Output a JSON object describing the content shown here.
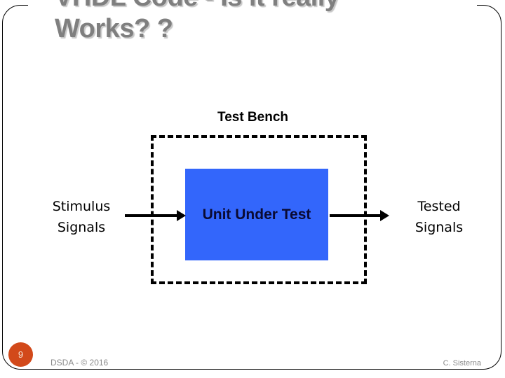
{
  "slide": {
    "title_lines": [
      "VHDL Code - Is it really",
      "Works? ?"
    ],
    "title_color": "#7f7f7f"
  },
  "diagram": {
    "testbench_caption": "Test Bench",
    "uut_label": "Unit Under Test",
    "uut_fill_color": "#3366fb",
    "uut_text_color": "#0a0a32",
    "boundary_style": "dashed",
    "boundary_color": "#000000",
    "input_signal_label": "Stimulus\nSignals",
    "output_signal_label": "Tested\nSignals",
    "arrow_in_name": "stimulus-arrow",
    "arrow_out_name": "tested-arrow"
  },
  "footer": {
    "page_number": "9",
    "page_badge_color": "#d2491a",
    "left_text": "DSDA - © 2016",
    "right_text": "C. Sisterna"
  }
}
